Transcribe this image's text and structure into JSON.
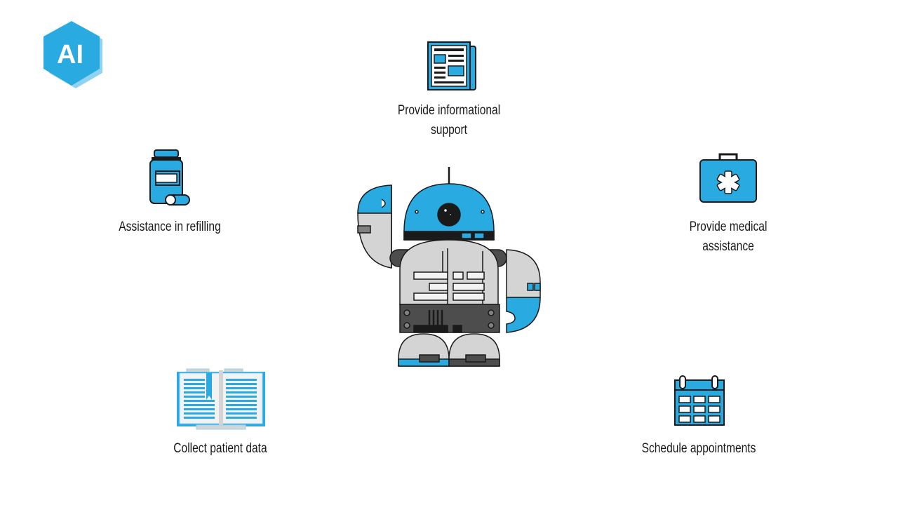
{
  "logo": {
    "text": "AI",
    "icon": "ai-hexagon-logo",
    "color": "#29abe2"
  },
  "colors": {
    "accent": "#29abe2",
    "outline": "#1a1a1a",
    "light_gray": "#d4d4d4",
    "dark_gray": "#4d4d4d",
    "white": "#ffffff"
  },
  "center": {
    "icon": "robot-illustration"
  },
  "items": [
    {
      "id": "informational",
      "icon": "newspaper-icon",
      "label_lines": [
        "Provide informational",
        "support"
      ]
    },
    {
      "id": "refilling",
      "icon": "medicine-bottle-icon",
      "label_lines": [
        "Assistance in refilling"
      ]
    },
    {
      "id": "medical",
      "icon": "medical-kit-icon",
      "label_lines": [
        "Provide medical",
        "assistance"
      ]
    },
    {
      "id": "patient-data",
      "icon": "open-book-icon",
      "label_lines": [
        "Collect patient data"
      ]
    },
    {
      "id": "appointments",
      "icon": "calendar-icon",
      "label_lines": [
        "Schedule appointments"
      ]
    }
  ]
}
